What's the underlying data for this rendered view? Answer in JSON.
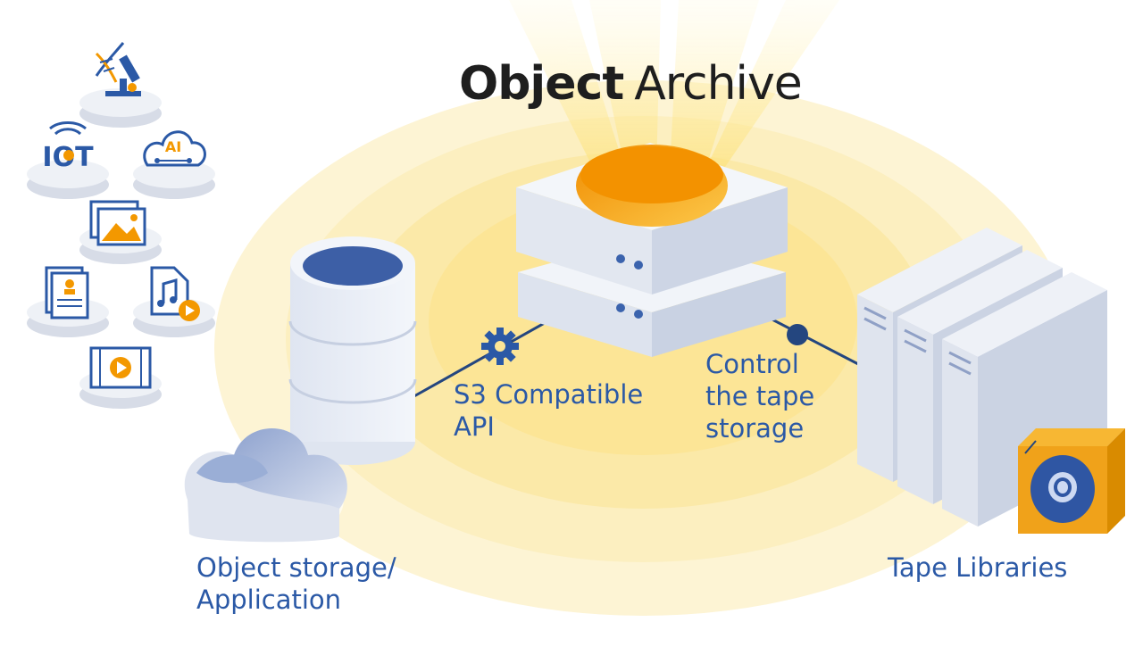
{
  "title": {
    "part1": "Object",
    "part2": "Archive"
  },
  "labels": {
    "api_line1": "S3 Compatible",
    "api_line2": "API",
    "control_line1": "Control",
    "control_line2": "the tape",
    "control_line3": "storage",
    "storage_line1": "Object storage/",
    "storage_line2": "Application",
    "tape": "Tape Libraries"
  },
  "icons": {
    "iot_text": "IOT",
    "ai_text": "AI"
  },
  "colors": {
    "accent_blue": "#2b59a6",
    "accent_orange": "#f39800",
    "glow_yellow": "#fde99a",
    "server_gray": "#e3e8f2",
    "title_green": "#2aa24a"
  }
}
